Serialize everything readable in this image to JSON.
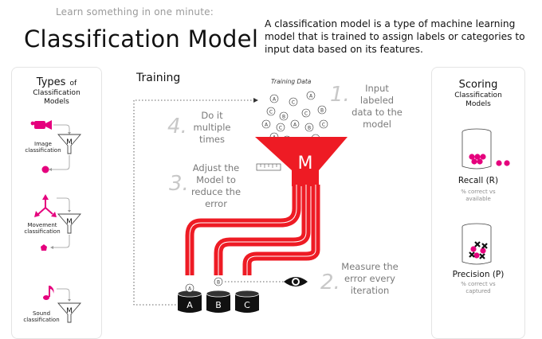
{
  "header": {
    "eyebrow": "Learn something in one minute:",
    "title": "Classification Model",
    "description": "A classification model is a type of machine learning model that is trained to assign labels or categories to input data based on its features."
  },
  "left_panel": {
    "title_big": "Types",
    "title_of": "of",
    "title_rest": "Classification Models",
    "items": [
      {
        "label": "Image classification",
        "icon": "video-camera-icon"
      },
      {
        "label": "Movement classification",
        "icon": "movement-arrows-icon"
      },
      {
        "label": "Sound classification",
        "icon": "music-note-icon"
      }
    ],
    "funnel_letter": "M"
  },
  "training": {
    "title": "Training",
    "training_data_label": "Training Data",
    "data_items": [
      "A",
      "C",
      "A",
      "C",
      "B",
      "C",
      "B",
      "A",
      "C",
      "A",
      "B",
      "C",
      "A",
      "B",
      "C"
    ],
    "funnel_letter": "M",
    "buckets": [
      "A",
      "B",
      "C"
    ],
    "bucket_balls": [
      "A",
      "B"
    ],
    "steps": [
      {
        "num": "1.",
        "text": "Input labeled data to the model"
      },
      {
        "num": "2.",
        "text": "Measure the error every iteration"
      },
      {
        "num": "3.",
        "text": "Adjust the Model to reduce the error"
      },
      {
        "num": "4.",
        "text": "Do it multiple times"
      }
    ]
  },
  "right_panel": {
    "title": "Scoring",
    "subtitle": "Classification Models",
    "recall": {
      "label": "Recall (R)",
      "desc": "% correct vs available"
    },
    "precision": {
      "label": "Precision (P)",
      "desc": "% correct vs captured"
    }
  },
  "colors": {
    "accent": "#ee1b24",
    "pink": "#e5007d",
    "gray_text": "#7a7a7a",
    "light_gray": "#c8c8c8",
    "black": "#111111"
  }
}
